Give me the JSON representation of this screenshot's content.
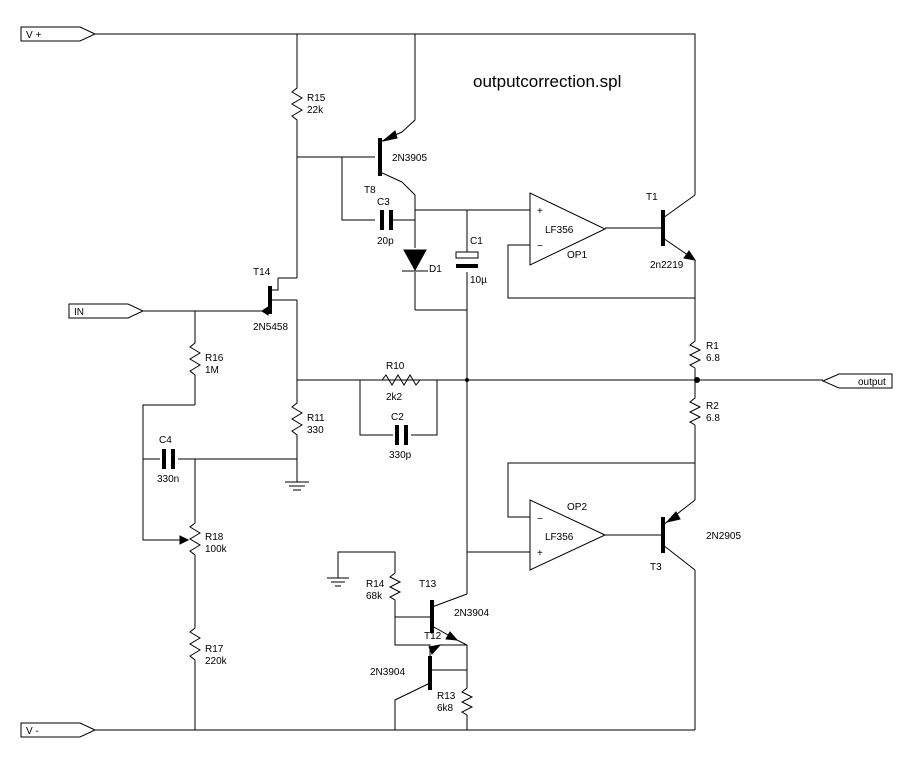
{
  "title": "outputcorrection.spl",
  "ports": {
    "vplus": "V +",
    "vminus": "V -",
    "in": "IN",
    "output": "output"
  },
  "parts": {
    "R15": {
      "name": "R15",
      "value": "22k"
    },
    "R16": {
      "name": "R16",
      "value": "1M"
    },
    "R11": {
      "name": "R11",
      "value": "330"
    },
    "R10": {
      "name": "R10",
      "value": "2k2"
    },
    "R18": {
      "name": "R18",
      "value": "100k"
    },
    "R17": {
      "name": "R17",
      "value": "220k"
    },
    "R14": {
      "name": "R14",
      "value": "68k"
    },
    "R13": {
      "name": "R13",
      "value": "6k8"
    },
    "R1": {
      "name": "R1",
      "value": "6.8"
    },
    "R2": {
      "name": "R2",
      "value": "6.8"
    },
    "C1": {
      "name": "C1",
      "value": "10µ"
    },
    "C2": {
      "name": "C2",
      "value": "330p"
    },
    "C3": {
      "name": "C3",
      "value": "20p"
    },
    "C4": {
      "name": "C4",
      "value": "330n"
    },
    "D1": {
      "name": "D1"
    },
    "T8": {
      "name": "T8",
      "model": "2N3905"
    },
    "T14": {
      "name": "T14",
      "model": "2N5458"
    },
    "T1": {
      "name": "T1",
      "model": "2n2219"
    },
    "T3": {
      "name": "T3",
      "model": "2N2905"
    },
    "T13": {
      "name": "T13",
      "model": "2N3904"
    },
    "T12": {
      "name": "T12",
      "model": "2N3904"
    },
    "OP1": {
      "name": "OP1",
      "model": "LF356"
    },
    "OP2": {
      "name": "OP2",
      "model": "LF356"
    }
  },
  "opamp_pins": {
    "plus": "+",
    "minus": "−"
  }
}
